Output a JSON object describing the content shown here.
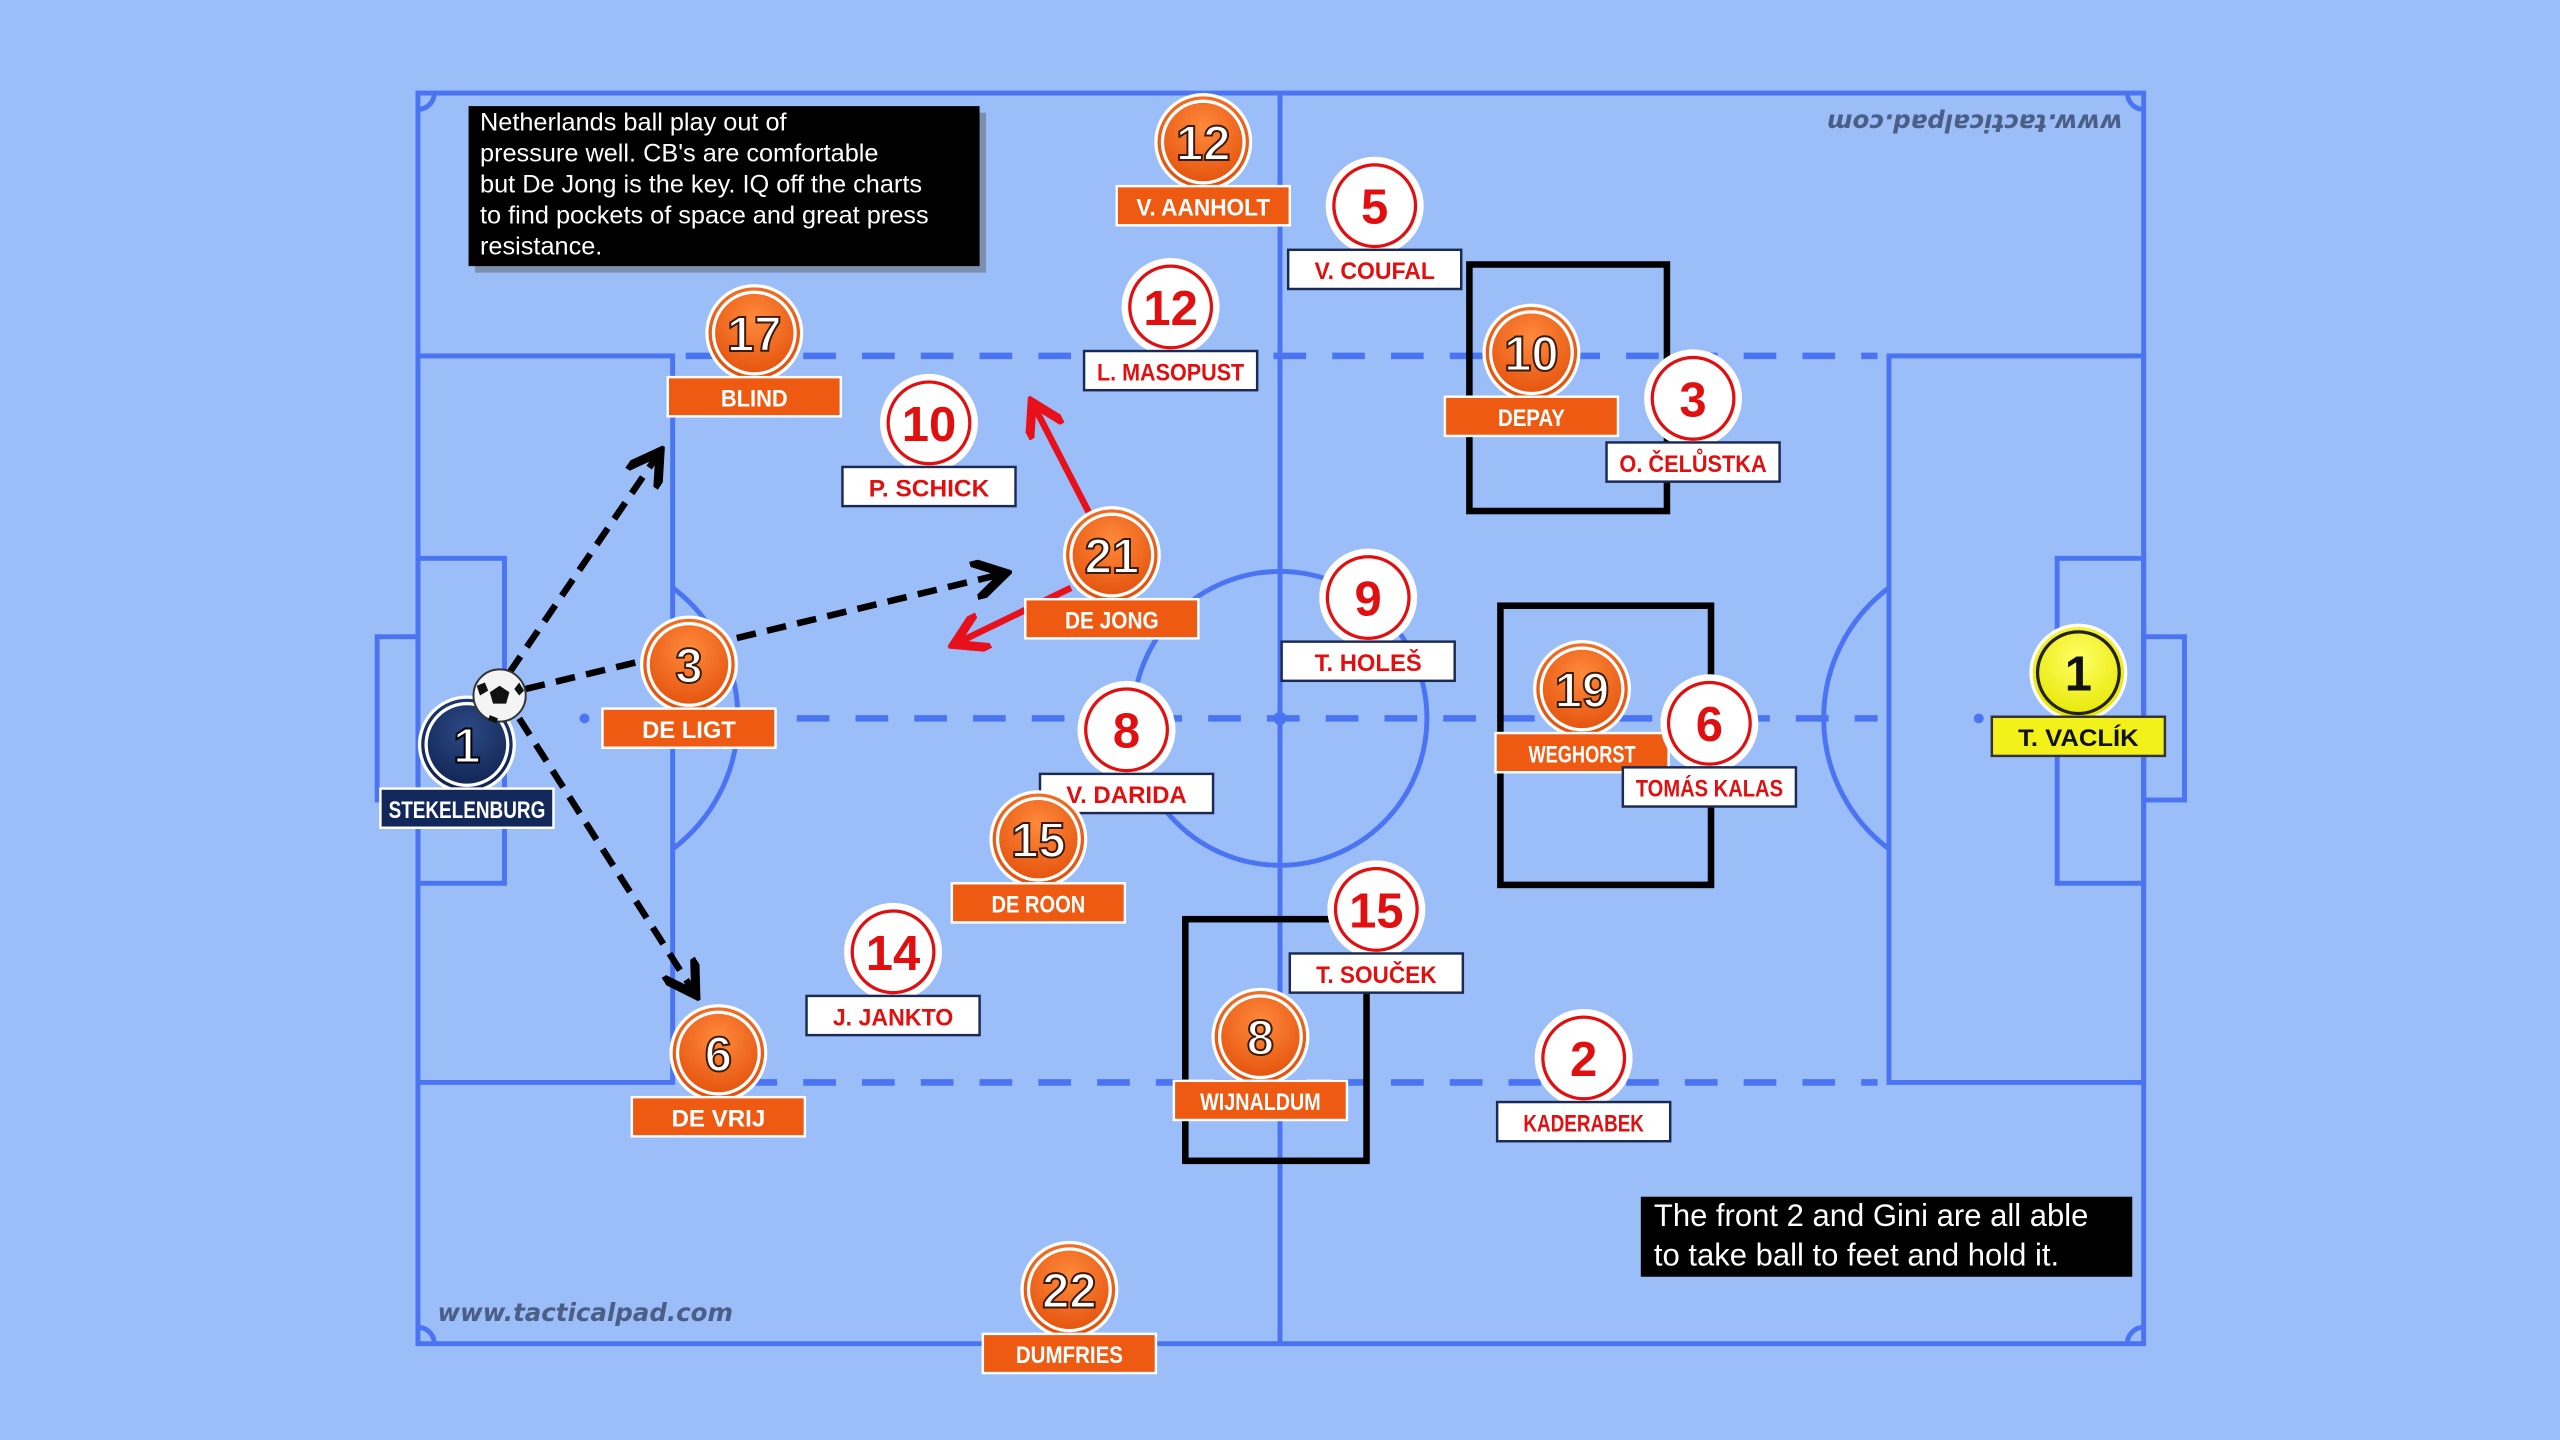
{
  "notes": {
    "top_left": [
      "Netherlands ball play out of",
      "pressure well. CB's are comfortable",
      "but De Jong is the key. IQ off the charts",
      "to find pockets of space and great press",
      "resistance."
    ],
    "bottom_right": [
      "The front 2 and Gini are all able",
      "to take ball to feet and hold it."
    ]
  },
  "watermark": "www.tacticalpad.com",
  "colors": {
    "pitch": "#9bbdf8",
    "lines": "#4b74f2",
    "netherlands": "#ee5a12",
    "czech_text": "#e01010",
    "nl_keeper": "#12285a",
    "cz_keeper": "#f2f21a"
  },
  "players": [
    {
      "number": "12",
      "name": "V. AANHOLT",
      "team": "netherlands"
    },
    {
      "number": "5",
      "name": "V. COUFAL",
      "team": "czech"
    },
    {
      "number": "17",
      "name": "BLIND",
      "team": "netherlands"
    },
    {
      "number": "12",
      "name": "L. MASOPUST",
      "team": "czech"
    },
    {
      "number": "10",
      "name": "DEPAY",
      "team": "netherlands"
    },
    {
      "number": "3",
      "name": "O. ČELŮSTKA",
      "team": "czech"
    },
    {
      "number": "10",
      "name": "P. SCHICK",
      "team": "czech"
    },
    {
      "number": "21",
      "name": "DE JONG",
      "team": "netherlands"
    },
    {
      "number": "9",
      "name": "T. HOLEŠ",
      "team": "czech"
    },
    {
      "number": "3",
      "name": "DE LIGT",
      "team": "netherlands"
    },
    {
      "number": "19",
      "name": "WEGHORST",
      "team": "netherlands"
    },
    {
      "number": "6",
      "name": "TOMÁS KALAS",
      "team": "czech"
    },
    {
      "number": "1",
      "name": "STEKELENBURG",
      "team": "nl_keeper"
    },
    {
      "number": "1",
      "name": "T. VACLÍK",
      "team": "cz_keeper"
    },
    {
      "number": "8",
      "name": "V. DARIDA",
      "team": "czech"
    },
    {
      "number": "15",
      "name": "DE ROON",
      "team": "netherlands"
    },
    {
      "number": "15",
      "name": "T. SOUČEK",
      "team": "czech"
    },
    {
      "number": "14",
      "name": "J. JANKTO",
      "team": "czech"
    },
    {
      "number": "8",
      "name": "WIJNALDUM",
      "team": "netherlands"
    },
    {
      "number": "6",
      "name": "DE VRIJ",
      "team": "netherlands"
    },
    {
      "number": "2",
      "name": "KADERABEK",
      "team": "czech"
    },
    {
      "number": "22",
      "name": "DUMFRIES",
      "team": "netherlands"
    }
  ]
}
